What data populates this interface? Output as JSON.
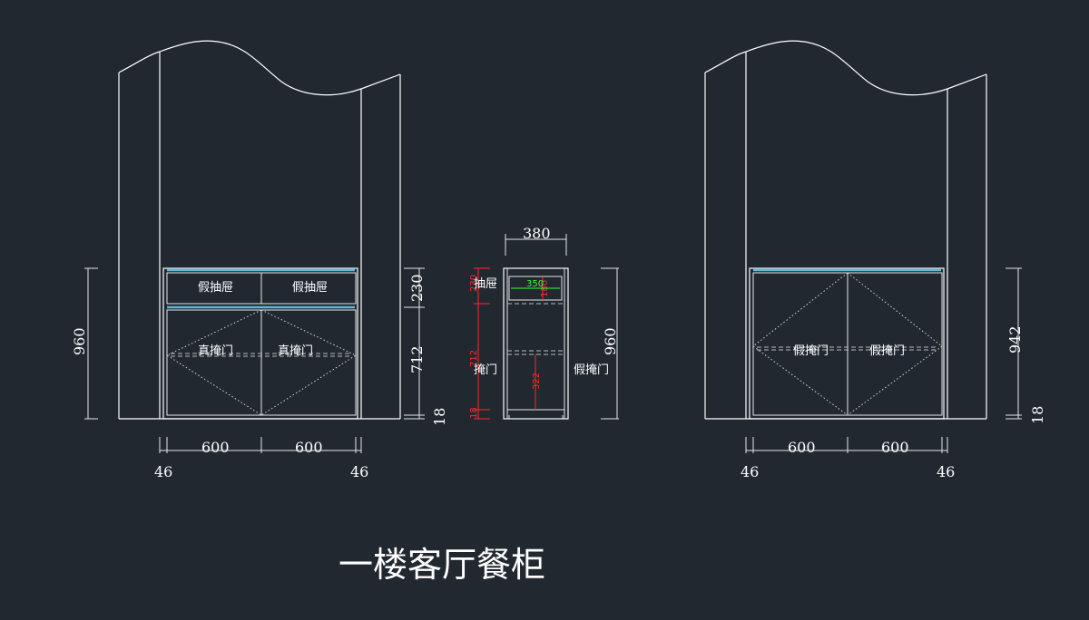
{
  "title": "一楼客厅餐柜",
  "left_elevation": {
    "drawer_label_1": "假抽屉",
    "drawer_label_2": "假抽屉",
    "door_label_1": "真掩门",
    "door_label_2": "真掩门",
    "height_total": "960",
    "height_drawer": "230",
    "height_door": "712",
    "height_base": "18",
    "width_1": "600",
    "width_2": "600",
    "side_left": "46",
    "side_right": "46"
  },
  "side_section": {
    "top_width": "380",
    "drawer_label": "抽屉",
    "door_label": "掩门",
    "right_label": "假掩门",
    "height_total": "960",
    "inner_width": "350",
    "red_dim_1": "230",
    "red_dim_2": "712",
    "red_dim_3": "322",
    "red_dim_4": "18",
    "drawer_inner": "180"
  },
  "right_elevation": {
    "door_label_1": "假掩门",
    "door_label_2": "假掩门",
    "height_total": "942",
    "height_base": "18",
    "width_1": "600",
    "width_2": "600",
    "side_left": "46",
    "side_right": "46"
  }
}
